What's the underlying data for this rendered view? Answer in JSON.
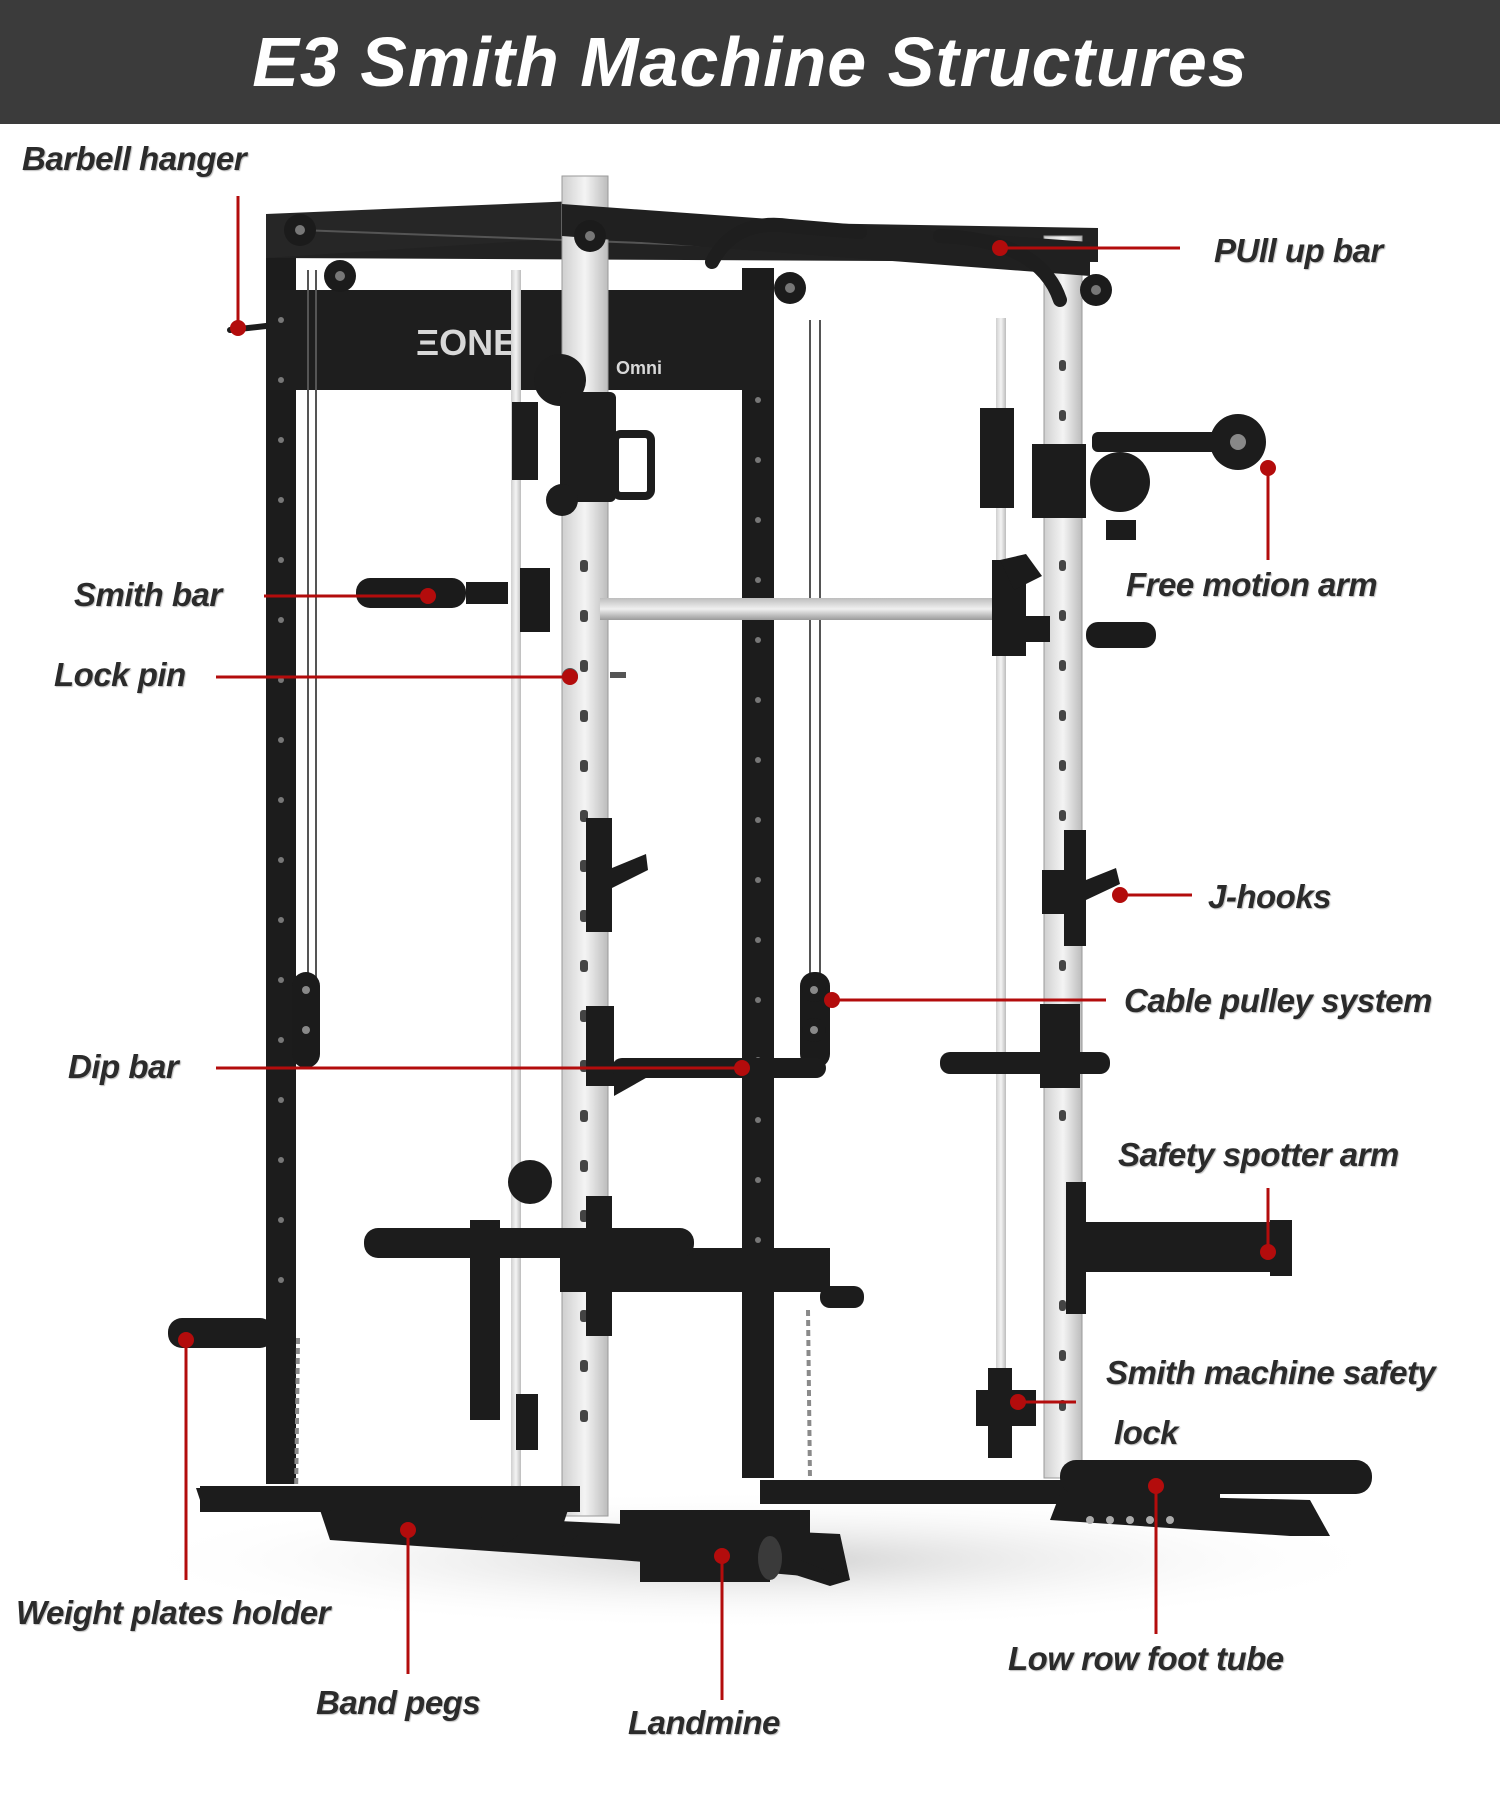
{
  "header": {
    "title": "E3 Smith Machine Structures"
  },
  "brand": {
    "logo": "ΞONE",
    "model": "Omni"
  },
  "labels": {
    "barbell_hanger": "Barbell hanger",
    "pull_up_bar": "PUll up bar",
    "free_motion_arm": "Free motion arm",
    "smith_bar": "Smith bar",
    "lock_pin": "Lock pin",
    "j_hooks": "J-hooks",
    "cable_pulley_system": "Cable pulley system",
    "dip_bar": "Dip bar",
    "safety_spotter_arm": "Safety spotter arm",
    "smith_safety_lock_line1": "Smith machine safety",
    "smith_safety_lock_line2": "lock",
    "weight_plates_holder": "Weight plates holder",
    "band_pegs": "Band pegs",
    "landmine": "Landmine",
    "low_row_foot_tube": "Low row foot tube"
  },
  "colors": {
    "banner": "#3b3b3b",
    "leader": "#b30c0c",
    "frame_black": "#1c1c1c",
    "upright_white": "#e8e8e8"
  }
}
